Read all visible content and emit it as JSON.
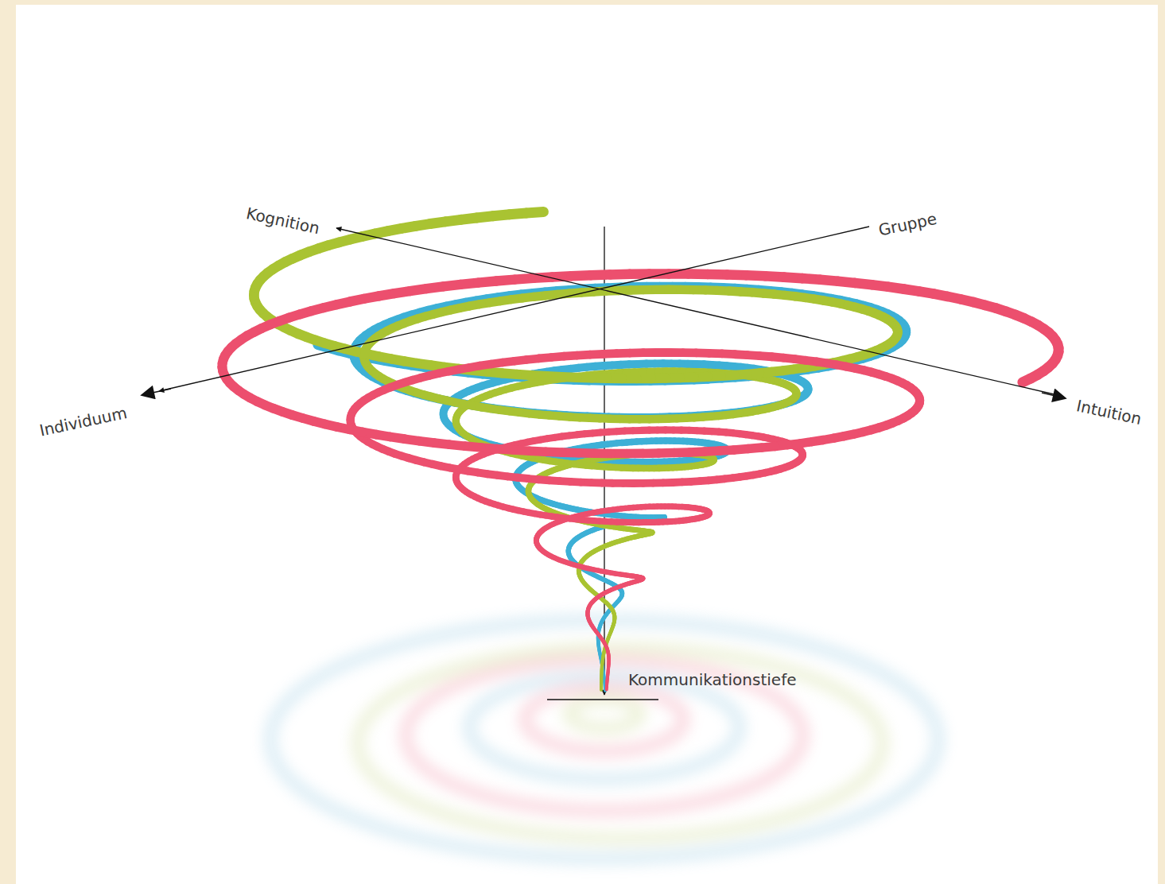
{
  "diagram": {
    "labels": [
      "Kognition",
      "Gruppe",
      "Individuum",
      "Intuition",
      "Kommunikationstiefe"
    ]
  }
}
